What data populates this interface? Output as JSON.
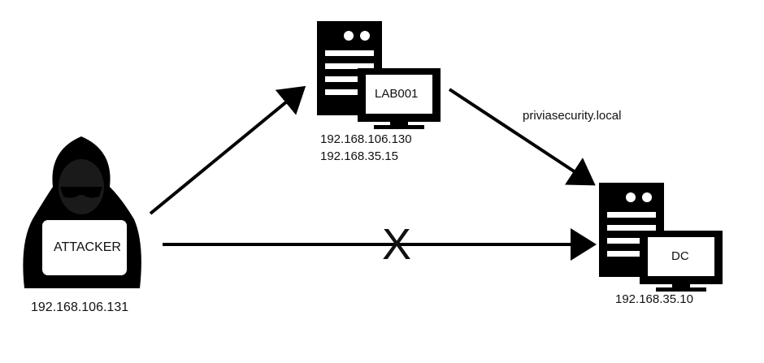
{
  "attacker": {
    "label": "ATTACKER",
    "ip": "192.168.106.131"
  },
  "lab": {
    "label": "LAB001",
    "ips": [
      "192.168.106.130",
      "192.168.35.15"
    ]
  },
  "dc": {
    "label": "DC",
    "ip": "192.168.35.10"
  },
  "domain_label": "priviasecurity.local",
  "blocked_mark": "X",
  "colors": {
    "ink": "#000000",
    "background": "#ffffff",
    "screen": "#ffffff"
  },
  "icons": [
    "hacker-icon",
    "server-icon",
    "monitor-icon",
    "arrow"
  ]
}
